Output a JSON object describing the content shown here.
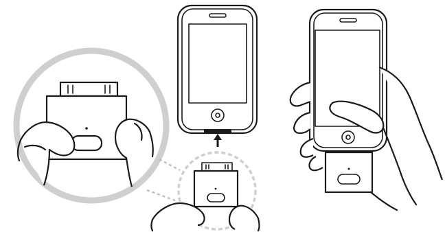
{
  "colors": {
    "background": "#ffffff",
    "ink": "#1a1a1a",
    "zoom_circle_outline": "#cfcfcf",
    "zoom_connector_dash": "#bdbdbd"
  },
  "icons": {
    "step1_zoom_view": "zoom-circle",
    "step2_attach": "up-arrow",
    "step3_hold": "hand-holding-phone"
  }
}
